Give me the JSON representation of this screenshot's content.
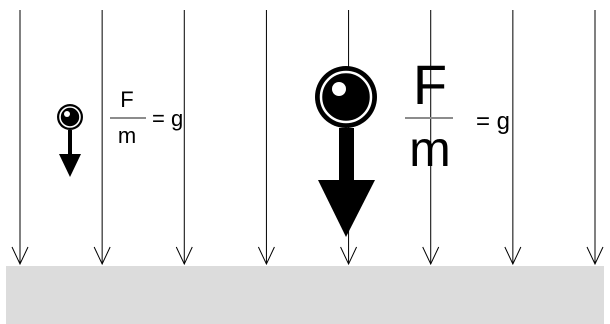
{
  "diagram": {
    "field_line_count": 8,
    "ground_color": "#dcdcdc",
    "line_color": "#000000",
    "fraction_bar_color": "#8c8c8c",
    "small_object": {
      "numerator": "F",
      "denominator": "m",
      "equals": "= g"
    },
    "large_object": {
      "numerator": "F",
      "denominator": "m",
      "equals": "= g"
    }
  }
}
